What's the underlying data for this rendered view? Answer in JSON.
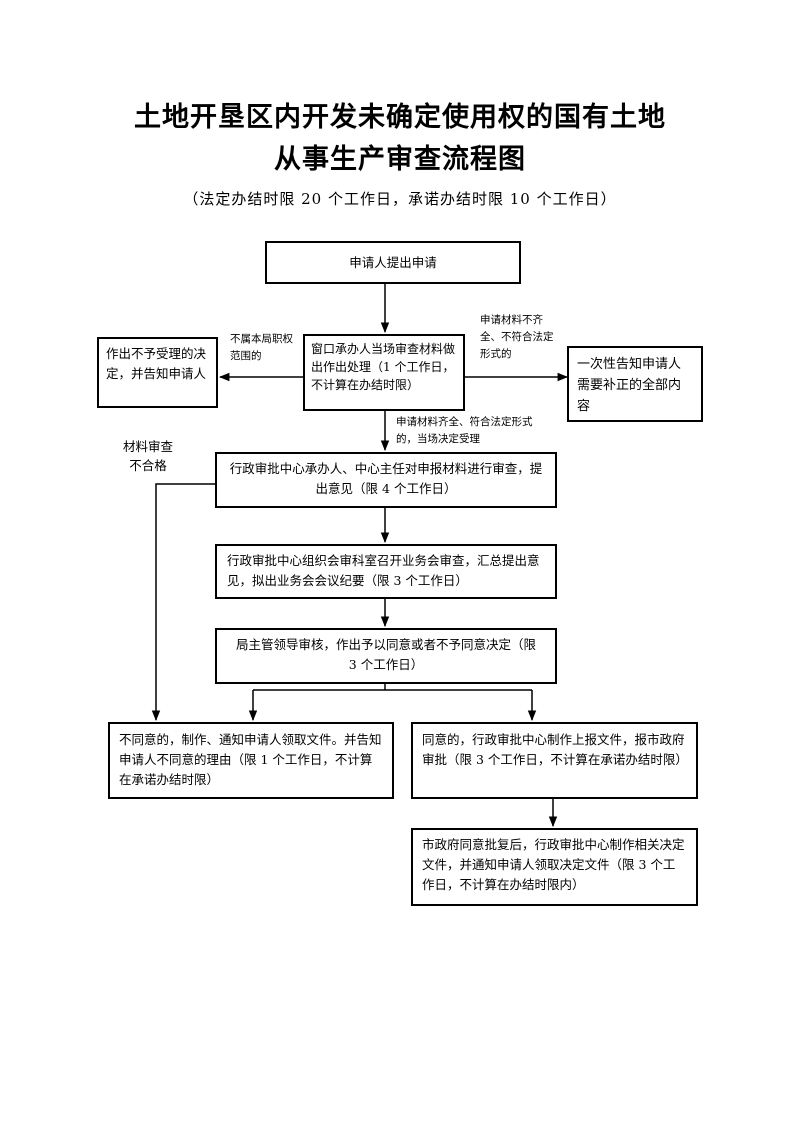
{
  "title": {
    "line1": "土地开垦区内开发未确定使用权的国有土地",
    "line2": "从事生产审查流程图",
    "subtitle": "（法定办结时限 20 个工作日，承诺办结时限 10 个工作日）"
  },
  "nodes": {
    "apply": "申请人提出申请",
    "window_review": "窗口承办人当场审查材料做出作出处理（1 个工作日，不计算在办结时限）",
    "reject_notice": "作出不予受理的决定，并告知申请人",
    "supplement_notice": "一次性告知申请人需要补正的全部内容",
    "center_review": "行政审批中心承办人、中心主任对申报材料进行审查，提出意见（限 4 个工作日）",
    "meeting_review": "行政审批中心组织会审科室召开业务会审查，汇总提出意见，拟出业务会会议纪要（限 3 个工作日）",
    "leader_review": "局主管领导审核，作出予以同意或者不予同意决定（限 3 个工作日）",
    "disagree_result": "不同意的，制作、通知申请人领取文件。并告知申请人不同意的理由（限 1 个工作日，不计算在承诺办结时限）",
    "agree_result": "同意的，行政审批中心制作上报文件，报市政府审批（限 3 个工作日，不计算在承诺办结时限）",
    "city_approval": "市政府同意批复后，行政审批中心制作相关决定文件，并通知申请人领取决定文件（限 3 个工作日，不计算在办结时限内）"
  },
  "edge_labels": {
    "out_of_scope": "不属本局职权范围的",
    "incomplete": "申请材料不齐全、不符合法定形式的",
    "complete": "申请材料齐全、符合法定形式的，当场决定受理",
    "unqualified": "材料审查不合格"
  }
}
